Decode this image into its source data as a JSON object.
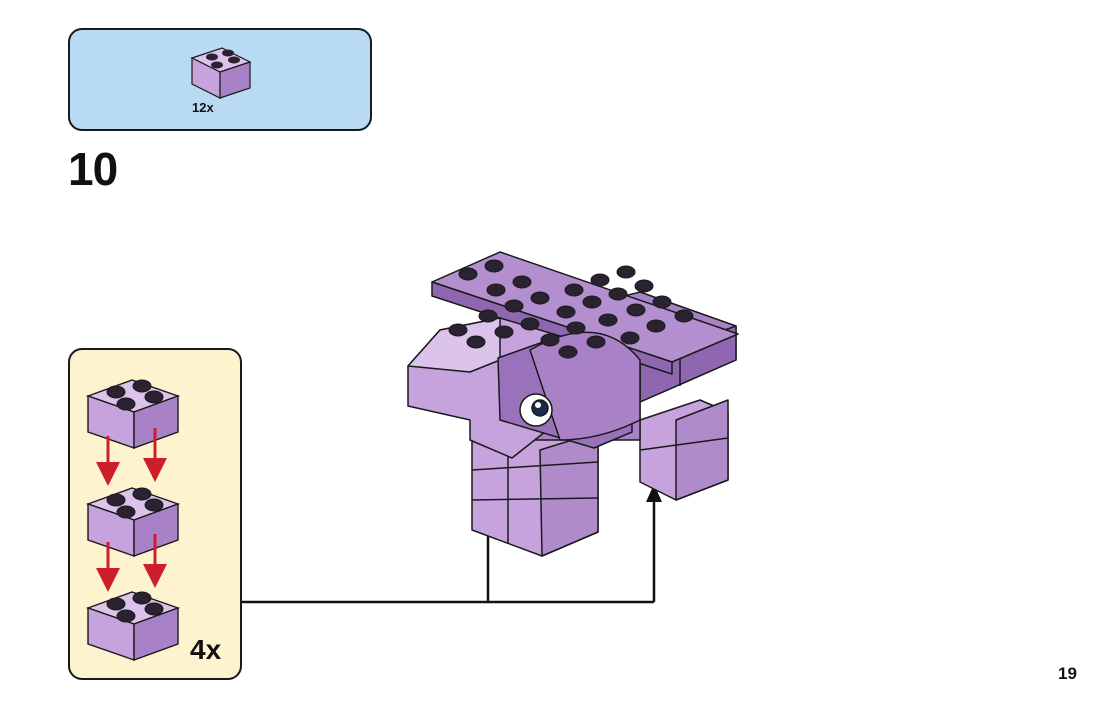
{
  "step": {
    "number": "10",
    "parts": {
      "count": "12x",
      "color": "#c7a3dd"
    },
    "subassembly": {
      "count": "4x",
      "brick_count": 3,
      "color": "#c7a3dd"
    }
  },
  "page": {
    "number": "19"
  },
  "colors": {
    "parts_panel": "#b8daf3",
    "subassembly_panel": "#fdf3cf",
    "brick_light": "#c7a3dd",
    "brick_mid": "#a981c6",
    "brick_dark": "#8f67b0",
    "arrow_red": "#cc1f2a"
  }
}
